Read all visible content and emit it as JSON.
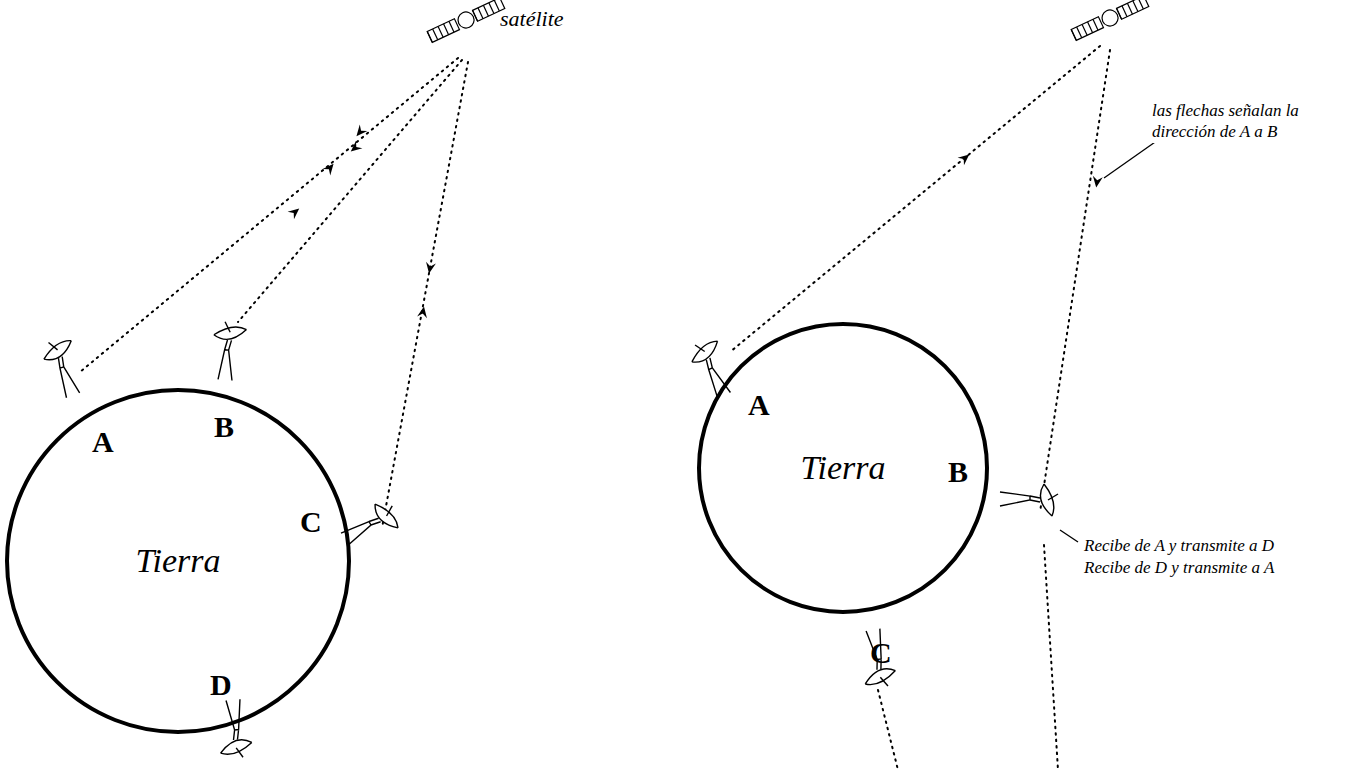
{
  "diagram": {
    "nodes": [
      {
        "text": [
          "Tierra"
        ]
      },
      {
        "text": [
          "Tierra"
        ]
      }
    ],
    "labels": [
      "satélite",
      "A",
      "B",
      "C",
      "D",
      "las flechas señalan la dirección de A a B",
      "A",
      "B",
      "C",
      "Recibe de A y transmite a D",
      "Recibe de D y transmite a A"
    ]
  }
}
